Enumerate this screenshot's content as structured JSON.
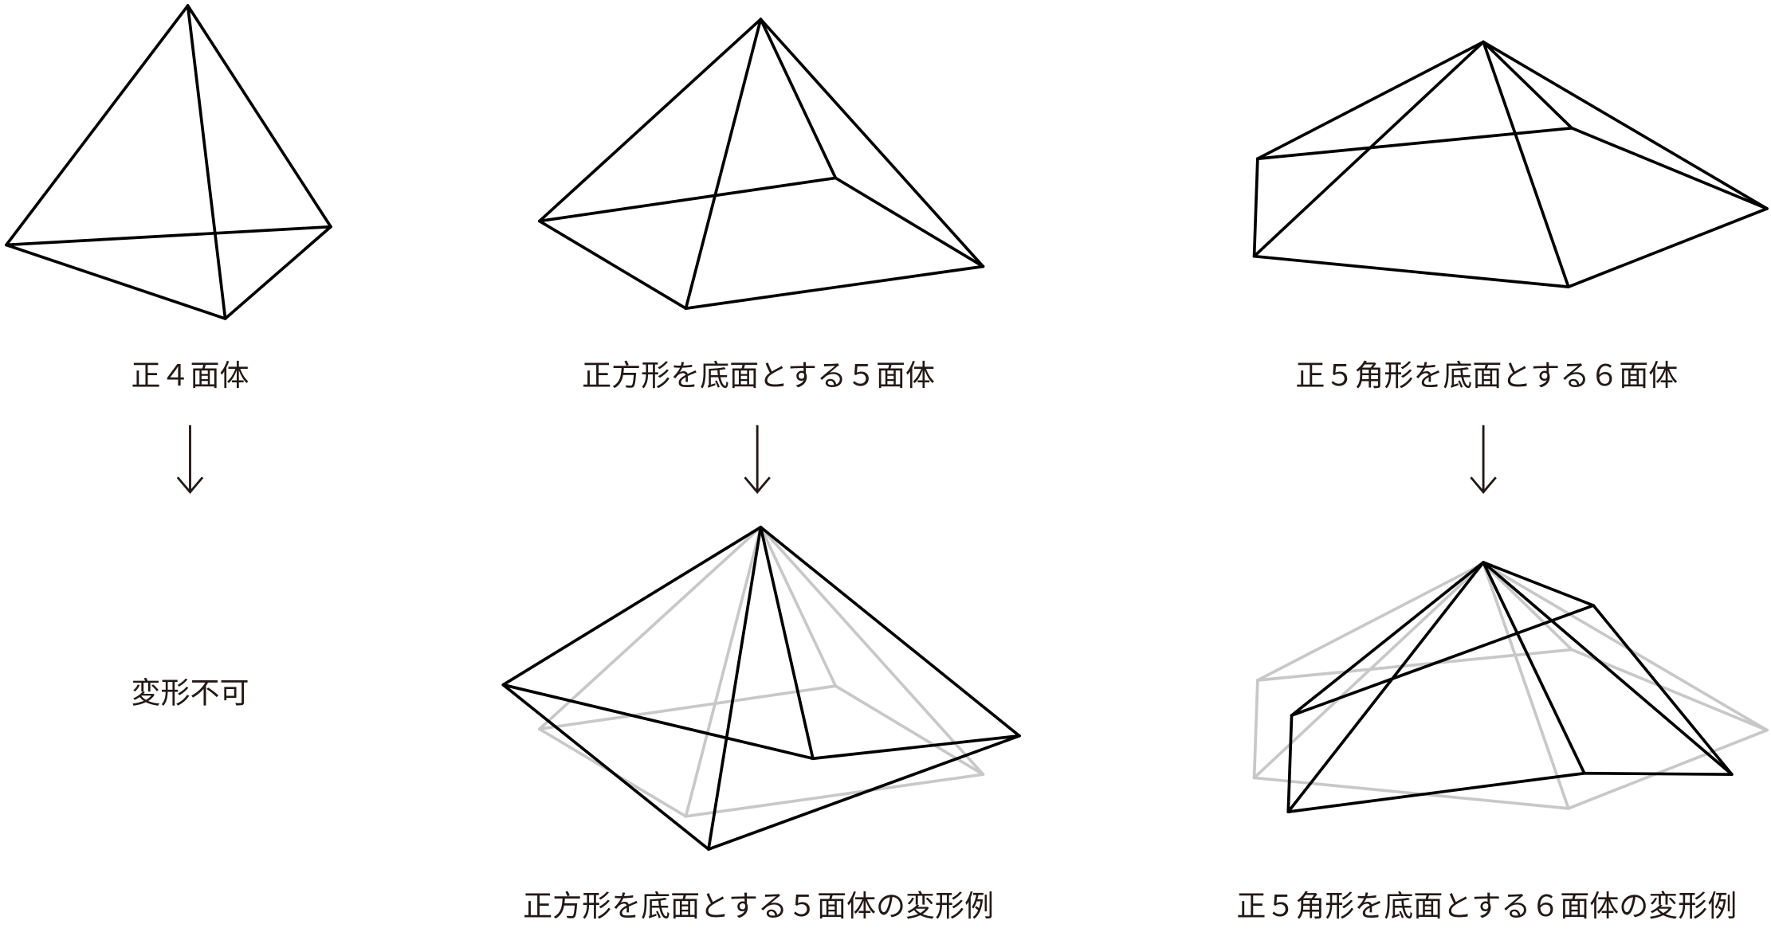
{
  "labels": {
    "tetrahedron": "正４面体",
    "square_pyramid": "正方形を底面とする５面体",
    "pentagon_pyramid": "正５角形を底面とする６面体",
    "tetra_result": "変形不可",
    "square_deformed": "正方形を底面とする５面体の変形例",
    "pentagon_deformed": "正５角形を底面とする６面体の変形例"
  },
  "colors": {
    "edge": "#000000",
    "original_edge": "#c8c8c8",
    "text": "#231815"
  }
}
